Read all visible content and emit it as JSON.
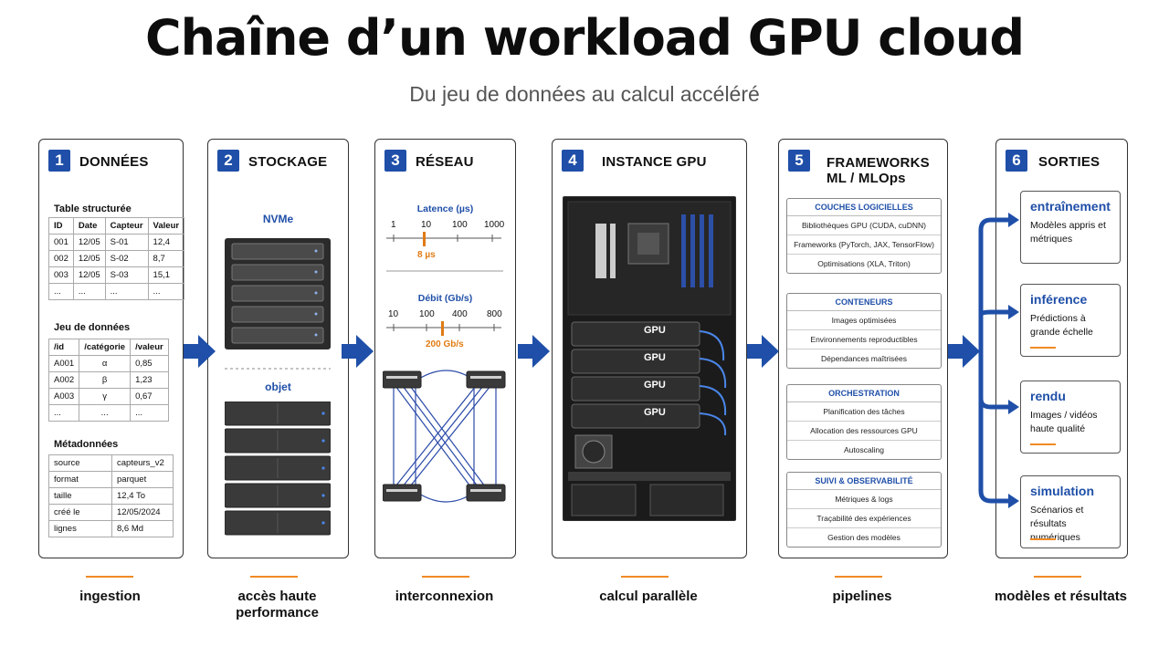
{
  "title": "Chaîne d’un workload GPU cloud",
  "subtitle": "Du jeu de données au calcul accéléré",
  "colors": {
    "accent_blue": "#1f4fa8",
    "accent_orange": "#f08a24"
  },
  "panels": [
    {
      "num": "1",
      "title": "DONNÉES",
      "caption": "ingestion"
    },
    {
      "num": "2",
      "title": "STOCKAGE",
      "caption": "accès haute performance"
    },
    {
      "num": "3",
      "title": "RÉSEAU",
      "caption": "interconnexion"
    },
    {
      "num": "4",
      "title": "INSTANCE GPU",
      "caption": "calcul parallèle"
    },
    {
      "num": "5",
      "title_l1": "FRAMEWORKS",
      "title_l2": "ML / MLOps",
      "caption": "pipelines"
    },
    {
      "num": "6",
      "title": "SORTIES",
      "caption": "modèles et résultats"
    }
  ],
  "data_panel": {
    "table_label": "Table structurée",
    "table": {
      "headers": [
        "ID",
        "Date",
        "Capteur",
        "Valeur"
      ],
      "rows": [
        [
          "001",
          "12/05",
          "S-01",
          "12,4"
        ],
        [
          "002",
          "12/05",
          "S-02",
          "8,7"
        ],
        [
          "003",
          "12/05",
          "S-03",
          "15,1"
        ],
        [
          "...",
          "...",
          "...",
          "..."
        ]
      ]
    },
    "dataset_label": "Jeu de données",
    "dataset": {
      "headers": [
        "/id",
        "/catégorie",
        "/valeur"
      ],
      "rows": [
        [
          "A001",
          "α",
          "0,85"
        ],
        [
          "A002",
          "β",
          "1,23"
        ],
        [
          "A003",
          "γ",
          "0,67"
        ],
        [
          "...",
          "...",
          "..."
        ]
      ]
    },
    "meta_label": "Métadonnées",
    "meta": [
      [
        "source",
        "capteurs_v2"
      ],
      [
        "format",
        "parquet"
      ],
      [
        "taille",
        "12,4 To"
      ],
      [
        "créé le",
        "12/05/2024"
      ],
      [
        "lignes",
        "8,6 Md"
      ]
    ]
  },
  "storage_panel": {
    "nvme_label": "NVMe",
    "object_label": "objet"
  },
  "network_panel": {
    "latency_label": "Latence (µs)",
    "latency_ticks": [
      "1",
      "10",
      "100",
      "1000"
    ],
    "latency_value": "8 µs",
    "bandwidth_label": "Débit (Gb/s)",
    "bandwidth_ticks": [
      "10",
      "100",
      "400",
      "800"
    ],
    "bandwidth_value": "200 Gb/s"
  },
  "gpu_panel": {
    "gpu_labels": [
      "GPU",
      "GPU",
      "GPU",
      "GPU"
    ]
  },
  "frameworks_panel": {
    "groups": [
      {
        "title": "COUCHES LOGICIELLES",
        "items": [
          "Bibliothèques GPU (CUDA, cuDNN)",
          "Frameworks (PyTorch, JAX, TensorFlow)",
          "Optimisations (XLA, Triton)"
        ]
      },
      {
        "title": "CONTENEURS",
        "items": [
          "Images optimisées",
          "Environnements reproductibles",
          "Dépendances maîtrisées"
        ]
      },
      {
        "title": "ORCHESTRATION",
        "items": [
          "Planification des tâches",
          "Allocation des ressources GPU",
          "Autoscaling"
        ]
      },
      {
        "title": "SUIVI & OBSERVABILITÉ",
        "items": [
          "Métriques & logs",
          "Traçabilité des expériences",
          "Gestion des modèles"
        ]
      }
    ]
  },
  "outputs_panel": {
    "items": [
      {
        "title": "entraînement",
        "desc": "Modèles appris et métriques"
      },
      {
        "title": "inférence",
        "desc": "Prédictions à grande échelle"
      },
      {
        "title": "rendu",
        "desc": "Images / vidéos haute qualité"
      },
      {
        "title": "simulation",
        "desc": "Scénarios et résultats numériques"
      }
    ]
  }
}
